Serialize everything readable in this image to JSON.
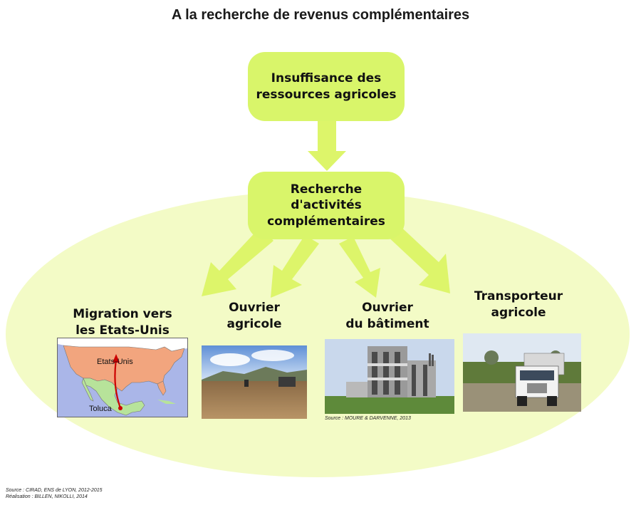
{
  "title": "A la recherche de revenus complémentaires",
  "boxes": {
    "top": [
      "Insuffisance des",
      "ressources agricoles"
    ],
    "middle": [
      "Recherche",
      "d'activités",
      "complémentaires"
    ]
  },
  "categories": [
    {
      "lines": [
        "Migration vers",
        "les Etats-Unis"
      ]
    },
    {
      "lines": [
        "Ouvrier",
        "agricole"
      ]
    },
    {
      "lines": [
        "Ouvrier",
        "du bâtiment"
      ]
    },
    {
      "lines": [
        "Transporteur",
        "agricole"
      ]
    }
  ],
  "map": {
    "country_label": "Etats-Unis",
    "city_label": "Toluca"
  },
  "photo_source": "Source : MOURE & DARVENNE, 2013",
  "footer": {
    "source": "Source : CIRAD, ENS de LYON, 2012-2015",
    "realisation": "Réalisation : BILLEN, NIKOLLI, 2014"
  },
  "colors": {
    "box_fill": "#d9f56a",
    "ellipse_fill": "#f3fbc6",
    "arrow_fill": "#ddf56a",
    "map_land": "#f2a57e",
    "map_mexico": "#b7e39a",
    "map_sea": "#aab6e8",
    "migration_arrow": "#cc0000"
  }
}
